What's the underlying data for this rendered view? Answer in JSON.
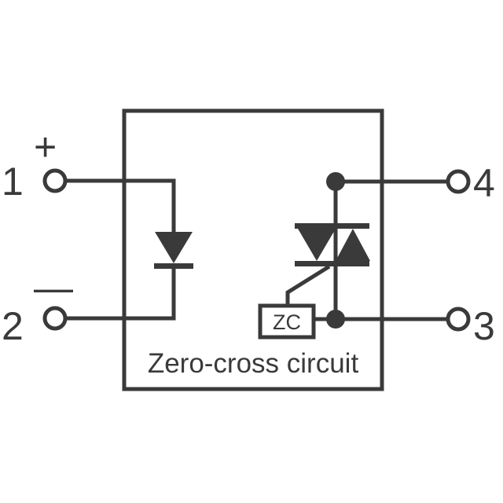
{
  "pins": {
    "pin1": {
      "number": "1",
      "polarity": "+"
    },
    "pin2": {
      "number": "2",
      "polarity": "—"
    },
    "pin3": {
      "number": "3"
    },
    "pin4": {
      "number": "4"
    }
  },
  "package": {
    "caption": "Zero-cross circuit"
  },
  "zero_cross_block": {
    "label": "ZC"
  },
  "colors": {
    "ink": "#3a3a3a",
    "background": "#ffffff"
  }
}
